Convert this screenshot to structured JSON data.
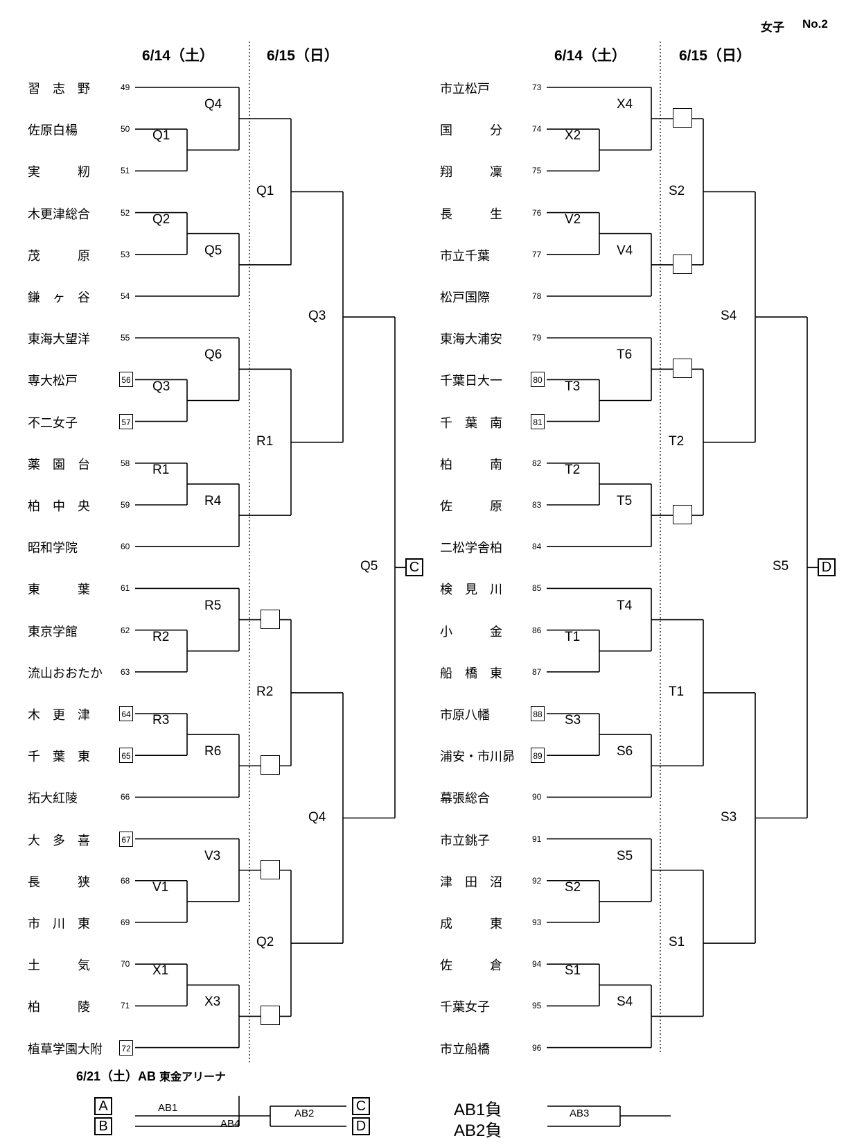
{
  "sheet": {
    "title": "女子",
    "no": "No.2"
  },
  "day1": "6/14（土）",
  "day2": "6/15（日）",
  "left_teams": [
    {
      "name": "習　志　野",
      "num": "49",
      "boxed": false
    },
    {
      "name": "佐原白楊",
      "num": "50",
      "boxed": false
    },
    {
      "name": "実　　　籾",
      "num": "51",
      "boxed": false
    },
    {
      "name": "木更津総合",
      "num": "52",
      "boxed": false
    },
    {
      "name": "茂　　　原",
      "num": "53",
      "boxed": false
    },
    {
      "name": "鎌　ヶ　谷",
      "num": "54",
      "boxed": false
    },
    {
      "name": "東海大望洋",
      "num": "55",
      "boxed": false
    },
    {
      "name": "専大松戸",
      "num": "56",
      "boxed": true
    },
    {
      "name": "不二女子",
      "num": "57",
      "boxed": true
    },
    {
      "name": "薬　園　台",
      "num": "58",
      "boxed": false
    },
    {
      "name": "柏　中　央",
      "num": "59",
      "boxed": false
    },
    {
      "name": "昭和学院",
      "num": "60",
      "boxed": false
    },
    {
      "name": "東　　　葉",
      "num": "61",
      "boxed": false
    },
    {
      "name": "東京学館",
      "num": "62",
      "boxed": false
    },
    {
      "name": "流山おおたか",
      "num": "63",
      "boxed": false
    },
    {
      "name": "木　更　津",
      "num": "64",
      "boxed": true
    },
    {
      "name": "千　葉　東",
      "num": "65",
      "boxed": true
    },
    {
      "name": "拓大紅陵",
      "num": "66",
      "boxed": false
    },
    {
      "name": "大　多　喜",
      "num": "67",
      "boxed": true
    },
    {
      "name": "長　　　狭",
      "num": "68",
      "boxed": false
    },
    {
      "name": "市　川　東",
      "num": "69",
      "boxed": false
    },
    {
      "name": "土　　　気",
      "num": "70",
      "boxed": false
    },
    {
      "name": "柏　　　陵",
      "num": "71",
      "boxed": false
    },
    {
      "name": "植草学園大附",
      "num": "72",
      "boxed": true
    }
  ],
  "right_teams": [
    {
      "name": "市立松戸",
      "num": "73",
      "boxed": false
    },
    {
      "name": "国　　　分",
      "num": "74",
      "boxed": false
    },
    {
      "name": "翔　　　凜",
      "num": "75",
      "boxed": false
    },
    {
      "name": "長　　　生",
      "num": "76",
      "boxed": false
    },
    {
      "name": "市立千葉",
      "num": "77",
      "boxed": false
    },
    {
      "name": "松戸国際",
      "num": "78",
      "boxed": false
    },
    {
      "name": "東海大浦安",
      "num": "79",
      "boxed": false
    },
    {
      "name": "千葉日大一",
      "num": "80",
      "boxed": true
    },
    {
      "name": "千　葉　南",
      "num": "81",
      "boxed": true
    },
    {
      "name": "柏　　　南",
      "num": "82",
      "boxed": false
    },
    {
      "name": "佐　　　原",
      "num": "83",
      "boxed": false
    },
    {
      "name": "二松学舎柏",
      "num": "84",
      "boxed": false
    },
    {
      "name": "検　見　川",
      "num": "85",
      "boxed": false
    },
    {
      "name": "小　　　金",
      "num": "86",
      "boxed": false
    },
    {
      "name": "船　橋　東",
      "num": "87",
      "boxed": false
    },
    {
      "name": "市原八幡",
      "num": "88",
      "boxed": true
    },
    {
      "name": "浦安・市川昴",
      "num": "89",
      "boxed": true
    },
    {
      "name": "幕張総合",
      "num": "90",
      "boxed": false
    },
    {
      "name": "市立銚子",
      "num": "91",
      "boxed": false
    },
    {
      "name": "津　田　沼",
      "num": "92",
      "boxed": false
    },
    {
      "name": "成　　　東",
      "num": "93",
      "boxed": false
    },
    {
      "name": "佐　　　倉",
      "num": "94",
      "boxed": false
    },
    {
      "name": "千葉女子",
      "num": "95",
      "boxed": false
    },
    {
      "name": "市立船橋",
      "num": "96",
      "boxed": false
    }
  ],
  "left_round1": [
    "Q1",
    "Q2",
    "Q3",
    "R1",
    "R2",
    "R3",
    "V1",
    "X1"
  ],
  "left_round2": [
    "Q4",
    "Q5",
    "Q6",
    "R4",
    "R5",
    "R6",
    "V3",
    "X3"
  ],
  "left_round3": [
    "Q1",
    "R1",
    "R2",
    "Q2"
  ],
  "left_round4": [
    "Q3",
    "Q4"
  ],
  "left_round5": "Q5",
  "left_result": "C",
  "right_round1": [
    "X2",
    "V2",
    "T3",
    "T2",
    "T1",
    "S3",
    "S2",
    "S1"
  ],
  "right_round2": [
    "X4",
    "V4",
    "T6",
    "T5",
    "T4",
    "S6",
    "S5",
    "S4"
  ],
  "right_round3": [
    "S2",
    "T2",
    "T1",
    "S1"
  ],
  "right_round4": [
    "S4",
    "S3"
  ],
  "right_round5": "S5",
  "right_result": "D",
  "final": {
    "heading": "6/21（土）AB",
    "venue": "東金アリーナ",
    "slot_a": "A",
    "slot_b": "B",
    "slot_c": "C",
    "slot_d": "D",
    "ab1": "AB1",
    "ab2": "AB2",
    "ab4": "AB4",
    "ab1_loser": "AB1負",
    "ab2_loser": "AB2負",
    "ab3": "AB3"
  }
}
